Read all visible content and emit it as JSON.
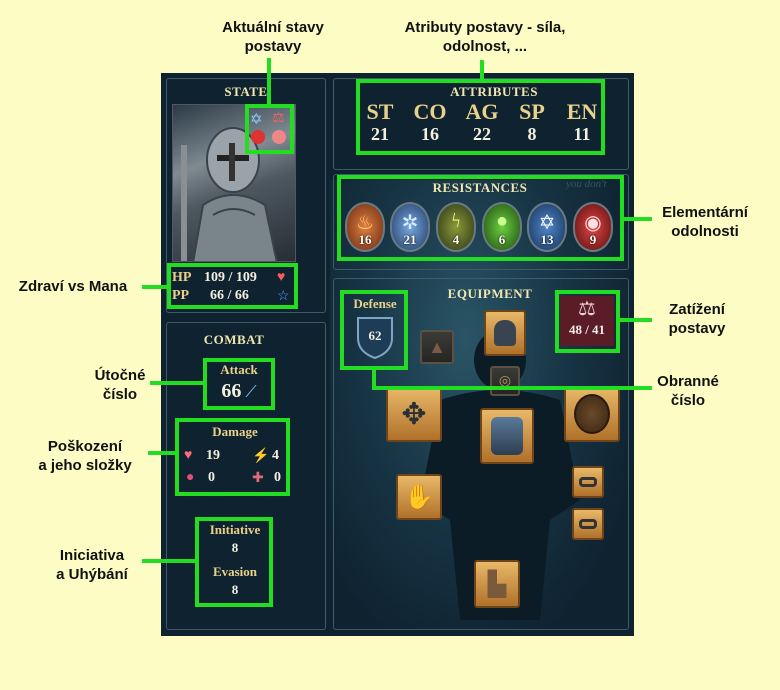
{
  "callouts": {
    "state_status": [
      "Aktuální stavy",
      "postavy"
    ],
    "attributes": [
      "Atributy postavy - síla,",
      "odolnost, ..."
    ],
    "resistances": [
      "Elementární",
      "odolnosti"
    ],
    "hp_mana": [
      "Zdraví vs Mana"
    ],
    "load": [
      "Zatížení",
      "postavy"
    ],
    "attack": [
      "Útočné",
      "číslo"
    ],
    "defense": [
      "Obranné",
      "číslo"
    ],
    "damage": [
      "Poškození",
      "a jeho složky"
    ],
    "initiative": [
      "Iniciativa",
      "a Uhýbání"
    ]
  },
  "state": {
    "title": "STATE",
    "hp_label": "HP",
    "hp_value": "109 / 109",
    "pp_label": "PP",
    "pp_value": "66 / 66"
  },
  "attributes": {
    "title": "ATTRIBUTES",
    "items": [
      {
        "label": "ST",
        "value": "21"
      },
      {
        "label": "CO",
        "value": "16"
      },
      {
        "label": "AG",
        "value": "22"
      },
      {
        "label": "SP",
        "value": "8"
      },
      {
        "label": "EN",
        "value": "11"
      }
    ]
  },
  "resistances": {
    "title": "RESISTANCES",
    "items": [
      {
        "icon": "fire-icon",
        "value": "16",
        "color": "#c0521a"
      },
      {
        "icon": "frost-icon",
        "value": "21",
        "color": "#3d6fa8"
      },
      {
        "icon": "lightning-icon",
        "value": "4",
        "color": "#6d7a2a"
      },
      {
        "icon": "poison-icon",
        "value": "6",
        "color": "#2f7a24"
      },
      {
        "icon": "holy-star-icon",
        "value": "13",
        "color": "#2b5d96"
      },
      {
        "icon": "mind-eye-icon",
        "value": "9",
        "color": "#8a1c1c"
      }
    ]
  },
  "combat": {
    "title": "COMBAT",
    "attack_label": "Attack",
    "attack_value": "66",
    "damage_label": "Damage",
    "damage_values": [
      "19",
      "4",
      "0",
      "0"
    ],
    "initiative_label": "Initiative",
    "initiative_value": "8",
    "evasion_label": "Evasion",
    "evasion_value": "8"
  },
  "equipment": {
    "title": "EQUIPMENT",
    "defense_label": "Defense",
    "defense_value": "62",
    "load_value": "48 / 41",
    "bg_text": "you don't"
  }
}
